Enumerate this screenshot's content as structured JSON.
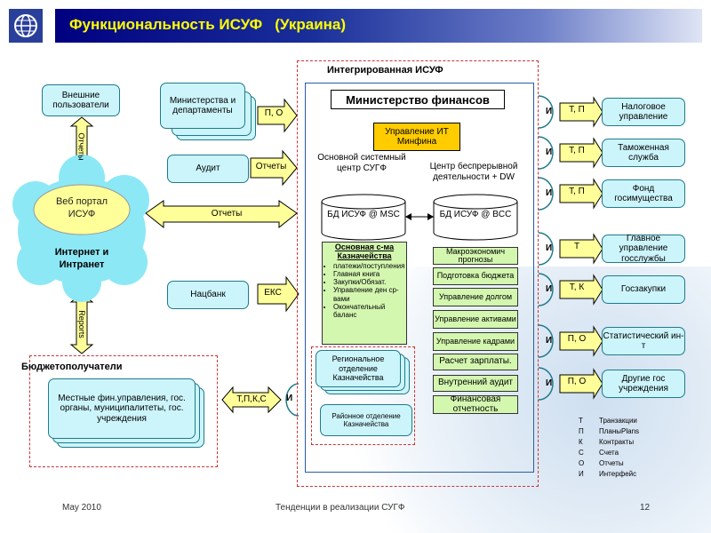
{
  "title": "Функциональность ИСУФ   (Украина)",
  "integrated_label": "Интегрированная ИСУФ",
  "ministry_finance": "Министерство финансов",
  "it_management": "Управление ИТ Минфина",
  "main_center_label": "Основной системный центр СУГФ",
  "backup_center_label": "Центр беспрерывной деятельности + DW",
  "db_msc": "БД ИСУФ @ MSC",
  "db_bcc": "БД ИСУФ @ BCC",
  "treasury_system": {
    "title": "Основная с-ма Казначейства",
    "items": [
      "платежи/поступления",
      "Главная книга",
      "Закупки/Обязат.",
      "Управление ден ср-вами",
      "Окончательный баланс"
    ]
  },
  "regional_treasury_1": "Региональное отделение Казначейства",
  "regional_treasury_2": "Районное отделение Казначейства",
  "modules": [
    "Макроэкономич прогнозы",
    "Подготовка бюджета",
    "Управление долгом",
    "Управление активами",
    "Управление кадрами",
    "Расчет зарплаты.",
    "Внутренний аудит",
    "Финансовая отчетность"
  ],
  "left": {
    "external_users": "Внешние пользователи",
    "ministries": "Министерства и департаменты",
    "audit": "Аудит",
    "web_portal": "Веб портал ИСУФ",
    "internet": "Интернет и Интранет",
    "natsbank": "Нацбанк",
    "budget_recipients_title": "Бюджетополучатели",
    "budget_recipients": "Местные фин.управления, гос. органы, муниципалитеты, гос. учреждения"
  },
  "arrows": {
    "reports_up": "Отчеты",
    "reports_down": "Reports",
    "ministries_tag": "П, О",
    "audit_tag": "Отчеты",
    "portal_arrow": "Отчеты",
    "natsbank_tag": "ЕКС",
    "recipients_tag": "Т,П,К,С",
    "interface": "И"
  },
  "right": [
    {
      "tag": "Т, П",
      "label": "Налоговое управление"
    },
    {
      "tag": "Т, П",
      "label": "Таможенная служба"
    },
    {
      "tag": "Т, П",
      "label": "Фонд госимущества"
    },
    {
      "tag": "Т",
      "label": "Главное управление госслужбы"
    },
    {
      "tag": "Т, К",
      "label": "Госзакупки"
    },
    {
      "tag": "П, О",
      "label": "Статистический ин-т"
    },
    {
      "tag": "П, О",
      "label": "Другие гос учреждения"
    }
  ],
  "legend": [
    {
      "key": "Т",
      "value": "Транзакции"
    },
    {
      "key": "П",
      "value": "ПланыPlans"
    },
    {
      "key": "К",
      "value": "Контракты"
    },
    {
      "key": "С",
      "value": "Счета"
    },
    {
      "key": "О",
      "value": "Отчеты"
    },
    {
      "key": "И",
      "value": "Интерфейс"
    }
  ],
  "footer": {
    "date": "May 2010",
    "center": "Тенденции в реализации СУГФ",
    "page": "12"
  },
  "colors": {
    "title_text": "#ffff00",
    "box_fill": "#ccf5fb",
    "box_border": "#1f7a8c",
    "module_fill": "#d4f7b0",
    "arrow_fill": "#ffff99",
    "dash_border": "#cc3333"
  }
}
